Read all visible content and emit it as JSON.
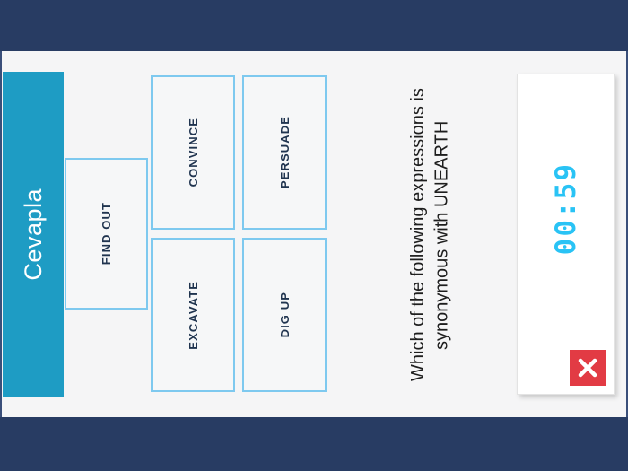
{
  "app": {
    "frame_color": "#283c63",
    "stage_background": "#f5f5f6"
  },
  "answer_bar": {
    "label": "Cevapla",
    "color": "#1e9cc4",
    "text_color": "#ffffff"
  },
  "question": {
    "text": "Which of the following expressions is synonymous with UNEARTH",
    "keyword": "UNEARTH",
    "text_color": "#1e1e1e"
  },
  "options": [
    {
      "id": "find-out",
      "label": "FIND OUT",
      "border_color": "#7ec9ef"
    },
    {
      "id": "convince",
      "label": "CONVINCE",
      "border_color": "#7ec9ef"
    },
    {
      "id": "persuade",
      "label": "PERSUADE",
      "border_color": "#7ec9ef"
    },
    {
      "id": "excavate",
      "label": "EXCAVATE",
      "border_color": "#7ec9ef"
    },
    {
      "id": "dig-up",
      "label": "DIG UP",
      "border_color": "#7ec9ef"
    }
  ],
  "timer": {
    "value": "00:59",
    "minutes": "00",
    "seconds": "59",
    "digit_color": "#29c3f5",
    "card_background": "#ffffff"
  },
  "close_button": {
    "icon": "close-x-icon",
    "color": "#e23b44",
    "icon_color": "#ffffff"
  }
}
